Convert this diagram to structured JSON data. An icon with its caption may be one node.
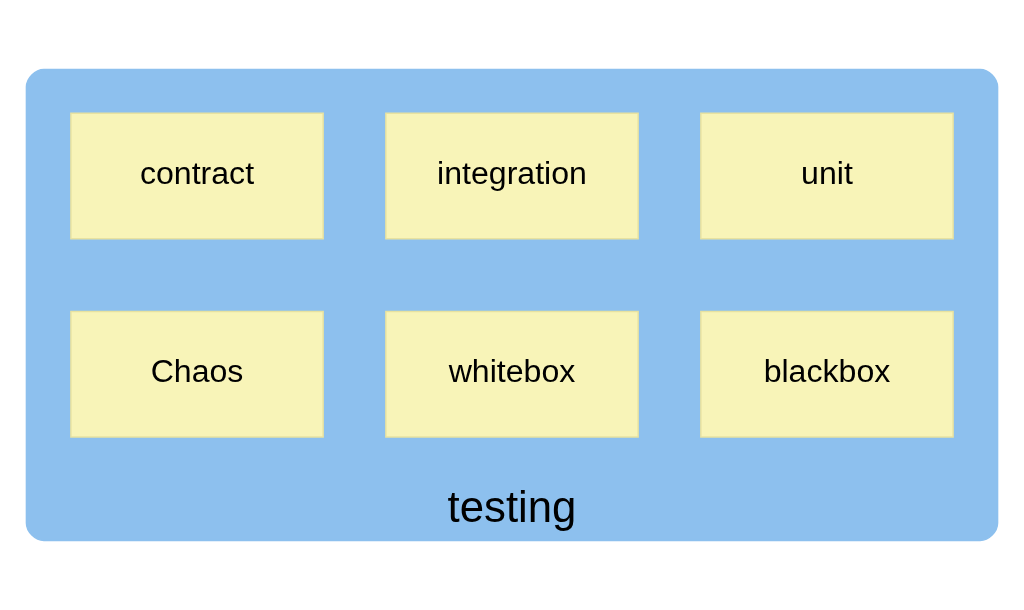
{
  "diagram": {
    "nodes": [
      {
        "text": [
          "testing"
        ]
      },
      {
        "text": [
          "unit"
        ],
        "in": 0
      },
      {
        "text": [
          "integration"
        ],
        "in": 0
      },
      {
        "text": [
          "contract"
        ],
        "in": 0
      },
      {
        "text": [
          "blackbox"
        ],
        "in": 0
      },
      {
        "text": [
          "whitebox"
        ],
        "in": 0
      },
      {
        "text": [
          "Chaos"
        ],
        "in": 0
      }
    ],
    "edges": []
  }
}
